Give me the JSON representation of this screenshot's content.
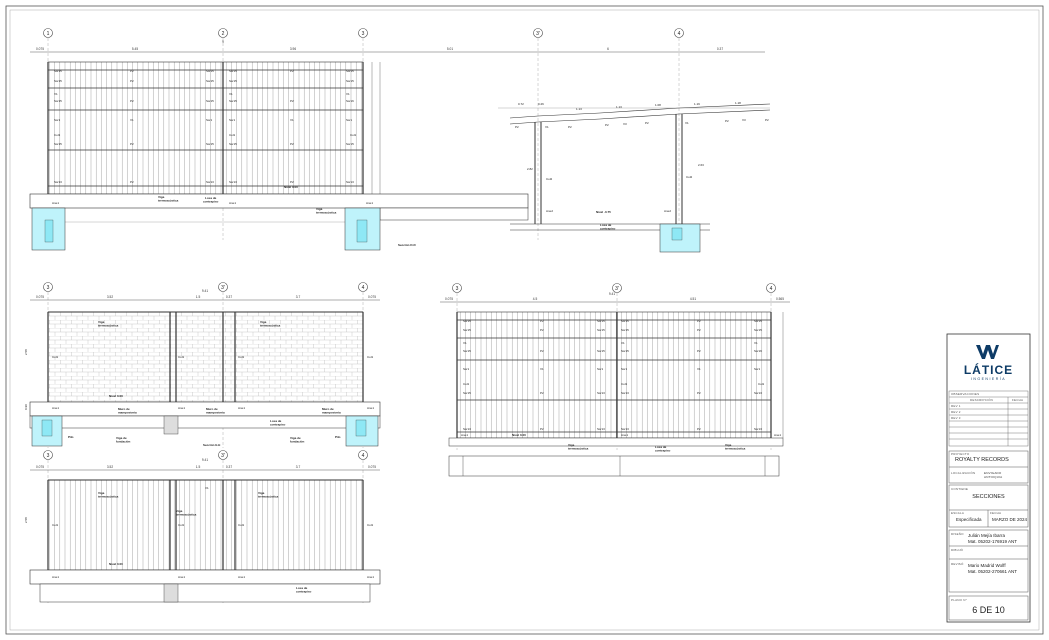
{
  "drawing": {
    "top_section": {
      "axes": [
        "1",
        "2",
        "3",
        "3'",
        "4"
      ],
      "dims": [
        "0.075",
        "5.45",
        "3.96",
        "5.01",
        "6",
        "0.37"
      ],
      "total": "9",
      "labels": [
        "Ssr15",
        "P2",
        "Ssr15",
        "P2",
        "Ssr15",
        "Ssr15",
        "P2",
        "V1",
        "V1",
        "Ssr1",
        "V1",
        "Col1",
        "Ssr15",
        "P2",
        "Ssr13",
        "P2",
        "Ane1",
        "Viga",
        "termoacústica",
        "Losa de",
        "contrapiso",
        "Nivel 0.00",
        "Sección D-D"
      ],
      "annots": [
        "0.72",
        "0.26",
        "1.13",
        "1.08",
        "1.19",
        "1.18",
        "Col2",
        "Col2",
        "Ane2",
        "Ane2",
        "Nivel -0.75",
        "Losa de contrapiso",
        "2.82",
        "2.63"
      ]
    },
    "mid_left": {
      "axes": [
        "3",
        "3'",
        "4"
      ],
      "dims": [
        "0.075",
        "3.52",
        "1.5",
        "0.37",
        "3.7",
        "0.075"
      ],
      "total": "9.41",
      "labels": [
        "Viga",
        "termoacústica",
        "Viga",
        "termoacústica",
        "Col1",
        "Col1",
        "Col1",
        "Col1",
        "Ane1",
        "Ane1",
        "Ane1",
        "Ane1",
        "Muro de",
        "mampostería",
        "Muro de",
        "mampostería",
        "Losa de",
        "contrapiso",
        "Muro de",
        "mampostería",
        "Pilo",
        "Viga de",
        "fundación",
        "Viga de",
        "fundación",
        "Pilo",
        "Nivel 0.00",
        "Sección E-E"
      ]
    },
    "mid_right": {
      "axes": [
        "3",
        "3'",
        "4"
      ],
      "dims": [
        "0.075",
        "4.5",
        "4.51",
        "0.565"
      ],
      "total": "9.41",
      "labels": [
        "Ssr15",
        "P2",
        "Ssr15",
        "Ssr15",
        "P2",
        "Ssr15",
        "V1",
        "V1",
        "V1",
        "Ssr1",
        "Col1",
        "Col1",
        "Ssr1",
        "P2",
        "Ssr13",
        "P2",
        "Ssr13",
        "Ane1",
        "Nivel 0.00",
        "Viga",
        "termoacústica",
        "Losa de",
        "contrapiso",
        "Viga",
        "termoacústica"
      ]
    },
    "bottom_left": {
      "axes": [
        "3",
        "3'",
        "4"
      ],
      "dims": [
        "0.075",
        "3.52",
        "1.5",
        "0.37",
        "3.7",
        "0.075"
      ],
      "total": "9.41",
      "labels": [
        "Viga",
        "termoacústica",
        "V1",
        "Viga",
        "termoacústica",
        "Viga",
        "termoacústica",
        "Col1",
        "Col1",
        "Col1",
        "Col1",
        "Nivel 0.00",
        "Ane1",
        "Ane1",
        "Ane1",
        "Ane1",
        "Losa de",
        "contrapiso"
      ]
    }
  },
  "title_block": {
    "logo": {
      "name": "LÁTICE",
      "sub": "INGENIERÍA"
    },
    "observaciones_label": "OBSERVACIONES",
    "obs_cols": [
      "DESCRIPCIÓN",
      "FECHA"
    ],
    "obs_rows": [
      "REV 1",
      "REV 2",
      "REV 3"
    ],
    "proyecto_label": "PROYECTO",
    "proyecto": "ROYALTY RECORDS",
    "localizacion_label": "LOCALIZACIÓN",
    "localizacion": "ENVIGADO ANTIOQUIA",
    "contiene_label": "CONTIENE",
    "contiene": "SECCIONES",
    "escala_label": "ESCALA",
    "escala": "Especificada",
    "fecha_label": "FECHA",
    "fecha": "MARZO DE 2024",
    "diseno_label": "DISEÑO",
    "diseno_name": "Julián Mejía Ibarra",
    "diseno_mat": "Mat. 05202-176919 ANT",
    "dibujo_label": "DIBUJÓ",
    "reviso_label": "REVISÓ",
    "reviso_name": "Mario Madrid Wolff",
    "reviso_mat": "Mat. 05202-270661 ANT",
    "plano_label": "PLANO N°",
    "plano": "6 DE 10"
  }
}
